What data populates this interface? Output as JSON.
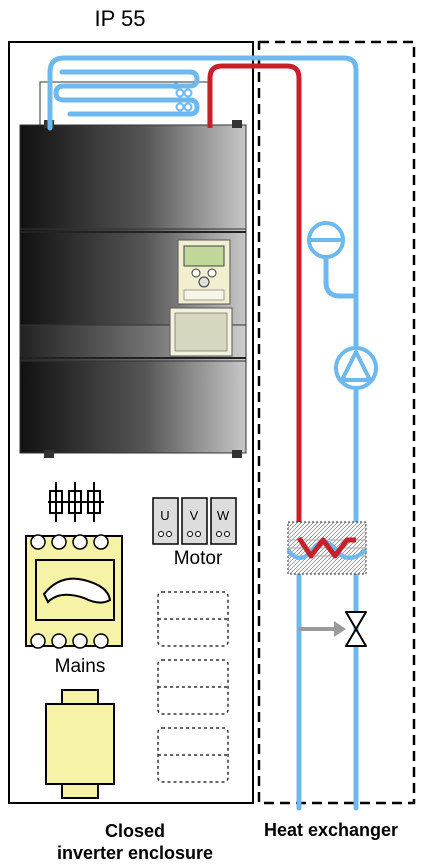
{
  "labels": {
    "protection": "IP 55",
    "motor": "Motor",
    "mains": "Mains",
    "enclosure_line1": "Closed",
    "enclosure_line2": "inverter enclosure",
    "heat_exchanger": "Heat exchanger"
  },
  "terminals": [
    "U",
    "V",
    "W"
  ],
  "colors": {
    "cold_pipe": "#6cb8ef",
    "hot_pipe": "#c8202a",
    "component_fill": "#f6f3a6",
    "valve_arrow": "#9a9a9a"
  }
}
